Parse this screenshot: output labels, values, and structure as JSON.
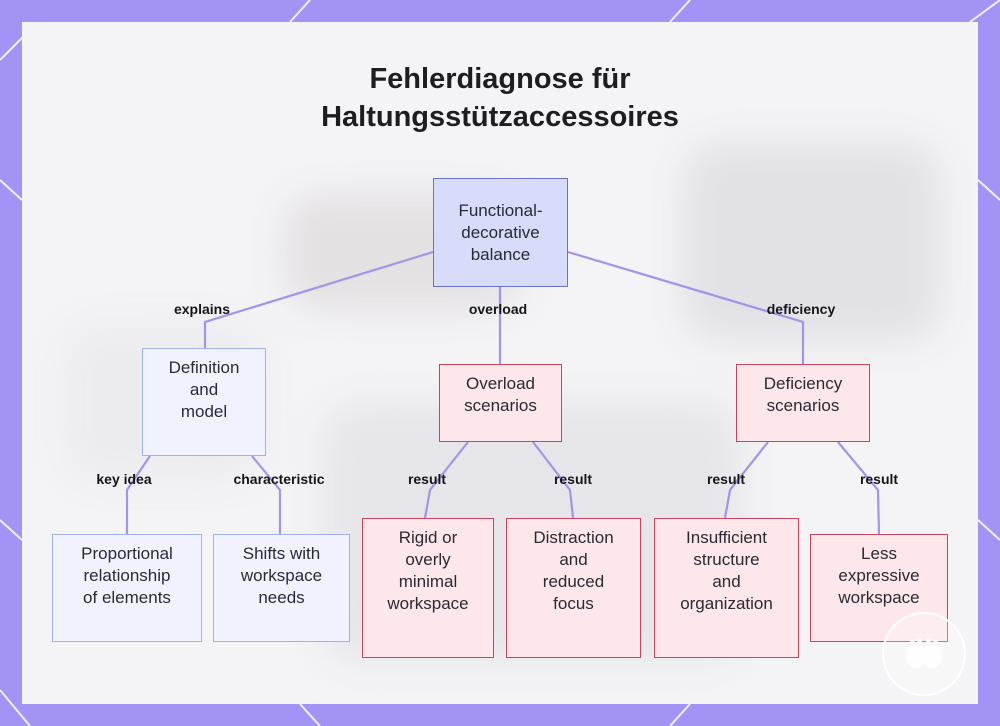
{
  "title_lines": [
    "Fehlerdiagnose für",
    "Haltungsstützaccessoires"
  ],
  "nodes": {
    "root": [
      "Functional-",
      "decorative",
      "balance"
    ],
    "definition": [
      "Definition",
      "and",
      "model"
    ],
    "overload": [
      "Overload",
      "scenarios"
    ],
    "deficiency": [
      "Deficiency",
      "scenarios"
    ],
    "proportional": [
      "Proportional",
      "relationship",
      "of elements"
    ],
    "shifts": [
      "Shifts with",
      "workspace",
      "needs"
    ],
    "rigid": [
      "Rigid or",
      "overly",
      "minimal",
      "workspace"
    ],
    "distraction": [
      "Distraction",
      "and",
      "reduced",
      "focus"
    ],
    "insufficient": [
      "Insufficient",
      "structure",
      "and",
      "organization"
    ],
    "less": [
      "Less",
      "expressive",
      "workspace"
    ]
  },
  "edge_labels": {
    "explains": "explains",
    "overload": "overload",
    "deficiency": "deficiency",
    "key_idea": "key idea",
    "characteristic": "characteristic",
    "result_1": "result",
    "result_2": "result",
    "result_3": "result",
    "result_4": "result"
  },
  "colors": {
    "frame": "#a393f5",
    "edge": "#a593e6",
    "root_fill": "#d8dcfb",
    "root_border": "#6b72c8",
    "definition_fill": "#f0f3fd",
    "definition_border": "#9fb2e6",
    "scenario_fill": "#fde7ea",
    "scenario_border": "#c9435a"
  }
}
